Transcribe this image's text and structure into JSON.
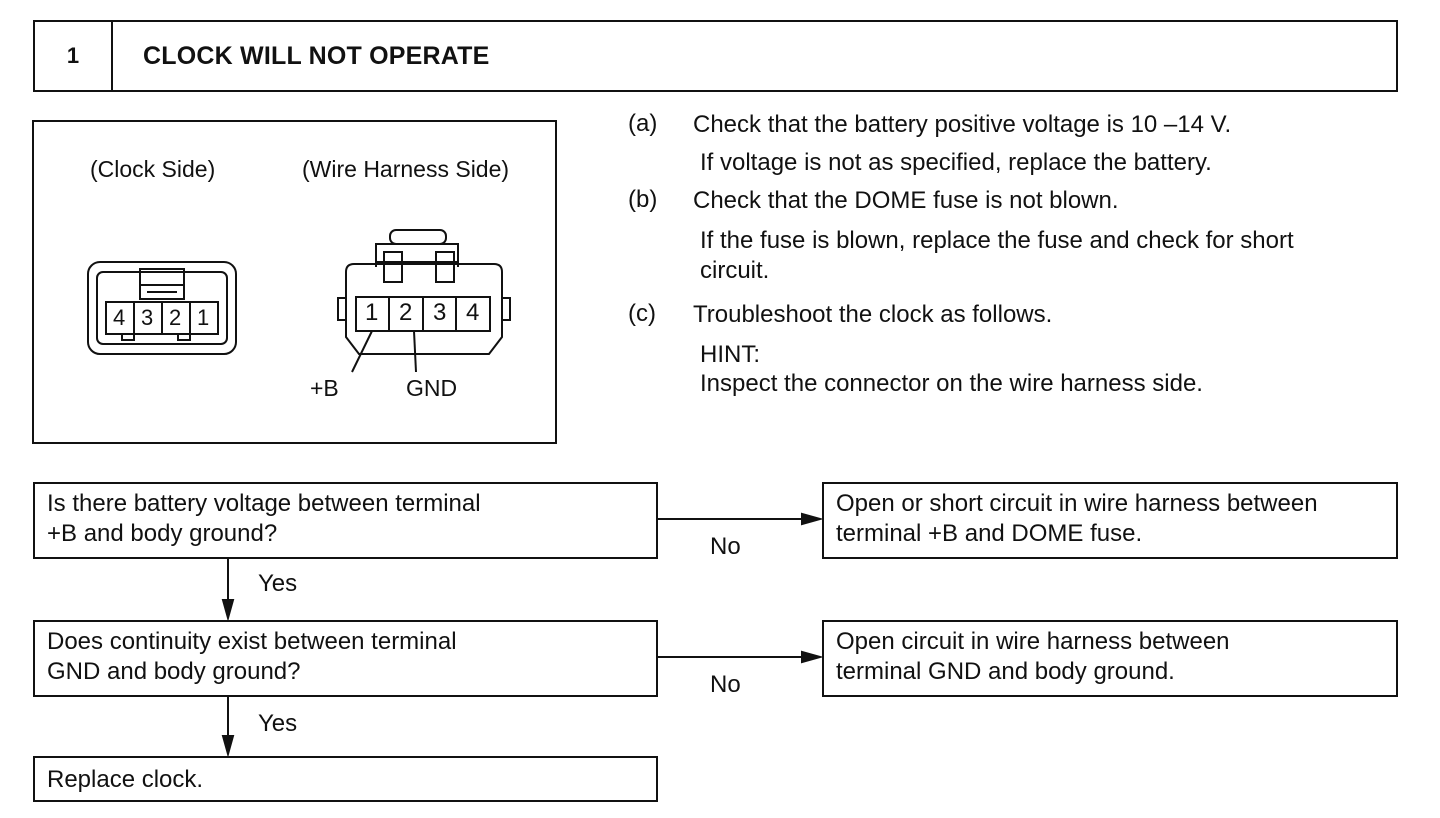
{
  "header": {
    "number": "1",
    "title": "CLOCK WILL NOT OPERATE"
  },
  "diagram": {
    "clock_side_label": "(Clock Side)",
    "harness_side_label": "(Wire Harness Side)",
    "clock_terminals": [
      "4",
      "3",
      "2",
      "1"
    ],
    "harness_terminals": [
      "1",
      "2",
      "3",
      "4"
    ],
    "label_b": "+B",
    "label_gnd": "GND"
  },
  "steps": [
    {
      "letter": "(a)",
      "line1": "Check that the battery positive voltage is 10 –14 V.",
      "line2": "If voltage is not as specified, replace the battery."
    },
    {
      "letter": "(b)",
      "line1": "Check that the DOME fuse is not blown.",
      "line2": "If the fuse is blown, replace the fuse and check for short",
      "line3": "circuit."
    },
    {
      "letter": "(c)",
      "line1": "Troubleshoot the clock as follows.",
      "hint_label": "HINT:",
      "hint_text": "Inspect the connector on the wire harness side."
    }
  ],
  "flow": {
    "q1_line1": "Is there battery voltage between terminal",
    "q1_line2": "+B and body ground?",
    "r1_line1": "Open or short circuit in wire harness between",
    "r1_line2": "terminal +B and DOME fuse.",
    "q2_line1": "Does continuity exist between terminal",
    "q2_line2": "GND and body ground?",
    "r2_line1": "Open circuit in wire harness between",
    "r2_line2": "terminal GND and body ground.",
    "final": "Replace clock.",
    "no_label": "No",
    "yes_label": "Yes"
  }
}
